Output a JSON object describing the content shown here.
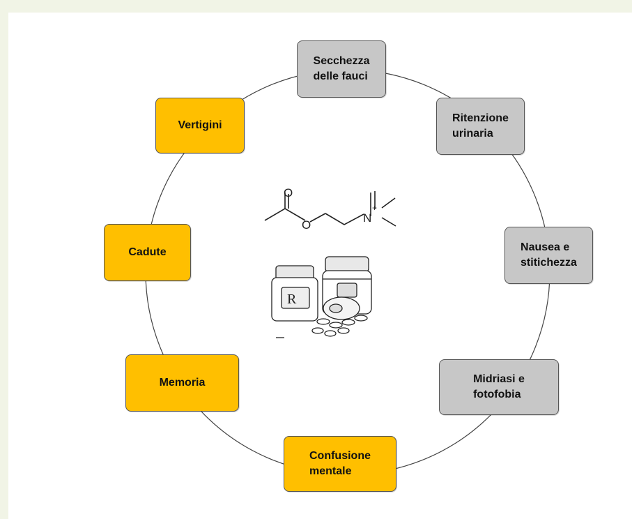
{
  "colors": {
    "page_background": "#f1f4e6",
    "canvas_background": "#ffffff",
    "anticholinergic_box": "#c7c7c7",
    "cognitive_box": "#ffbf00",
    "ring": "#444444"
  },
  "molecule": {
    "oxygen_carbonyl": "O",
    "oxygen_ester": "O",
    "nitrogen": "N",
    "charge": "+"
  },
  "icons": {
    "molecule": "acetylcholine-structure-icon",
    "medicine": "pill-bottles-icon"
  },
  "boxes": {
    "secchezza": "Secchezza\ndelle fauci",
    "ritenzione": "Ritenzione\nurinaria",
    "nausea": "Nausea e\n stitichezza",
    "midriasi": "Midriasi e\nfotofobia",
    "confusione": "Confusione\nmentale",
    "memoria": "Memoria",
    "cadute": "Cadute",
    "vertigini": "Vertigini"
  }
}
